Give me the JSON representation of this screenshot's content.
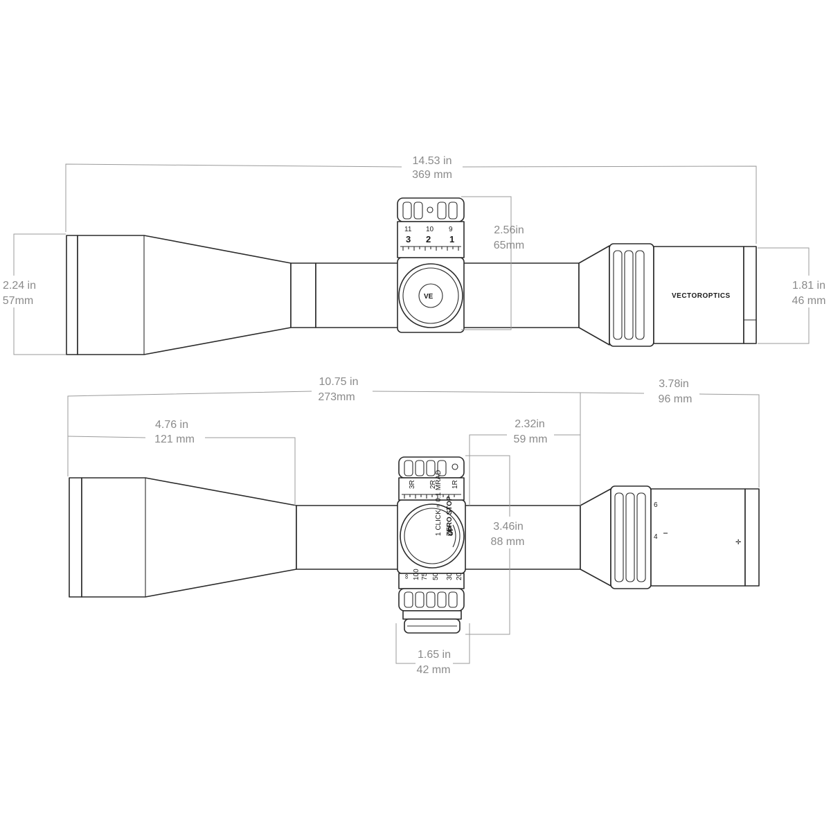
{
  "dimensions": {
    "top_length": {
      "imperial": "14.53 in",
      "metric": "369 mm"
    },
    "top_turret_height": {
      "imperial": "2.56in",
      "metric": "65mm"
    },
    "objective_diameter": {
      "imperial": "2.24 in",
      "metric": "57mm"
    },
    "eyepiece_diameter": {
      "imperial": "1.81 in",
      "metric": "46 mm"
    },
    "main_length": {
      "imperial": "10.75 in",
      "metric": "273mm"
    },
    "eyepiece_length": {
      "imperial": "3.78in",
      "metric": "96 mm"
    },
    "objective_to_turret": {
      "imperial": "4.76 in",
      "metric": "121 mm"
    },
    "turret_to_eyepiece": {
      "imperial": "2.32in",
      "metric": "59 mm"
    },
    "turret_height": {
      "imperial": "3.46in",
      "metric": "88 mm"
    },
    "turret_width": {
      "imperial": "1.65 in",
      "metric": "42 mm"
    }
  },
  "top_view": {
    "turret_scale_small": [
      "11",
      "10",
      "9"
    ],
    "turret_scale_large": [
      "3",
      "2",
      "1"
    ],
    "brand_text": "VECTOROPTICS"
  },
  "side_view": {
    "windage_labels": [
      "3R",
      "2R",
      "1R"
    ],
    "dial_text": [
      "1 CLICK = 0.1 MRAD",
      "ZERO STOP",
      "UP"
    ],
    "parallax_labels": [
      "∞",
      "100",
      "75",
      "50",
      "30",
      "20"
    ],
    "magnification_labels": [
      "6",
      "4"
    ]
  }
}
